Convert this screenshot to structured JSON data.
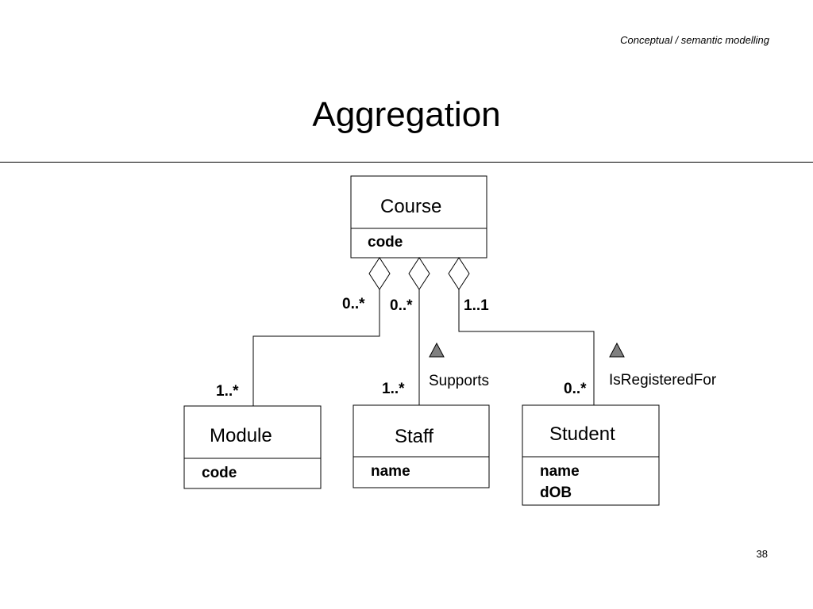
{
  "header": {
    "text": "Conceptual / semantic modelling"
  },
  "slide": {
    "title": "Aggregation",
    "page_number": "38"
  },
  "diagram": {
    "classes": {
      "course": {
        "name": "Course",
        "attributes": [
          "code"
        ]
      },
      "module": {
        "name": "Module",
        "attributes": [
          "code"
        ]
      },
      "staff": {
        "name": "Staff",
        "attributes": [
          "name"
        ]
      },
      "student": {
        "name": "Student",
        "attributes": [
          "name",
          "dOB"
        ]
      }
    },
    "relationships": {
      "course_module": {
        "course_end": "0..*",
        "part_end": "1..*",
        "label": ""
      },
      "course_staff": {
        "course_end": "0..*",
        "part_end": "1..*",
        "label": "Supports"
      },
      "course_student": {
        "course_end": "1..1",
        "part_end": "0..*",
        "label": "IsRegisteredFor"
      }
    },
    "colors": {
      "line": "#000000",
      "direction_triangle": "#808080"
    }
  }
}
